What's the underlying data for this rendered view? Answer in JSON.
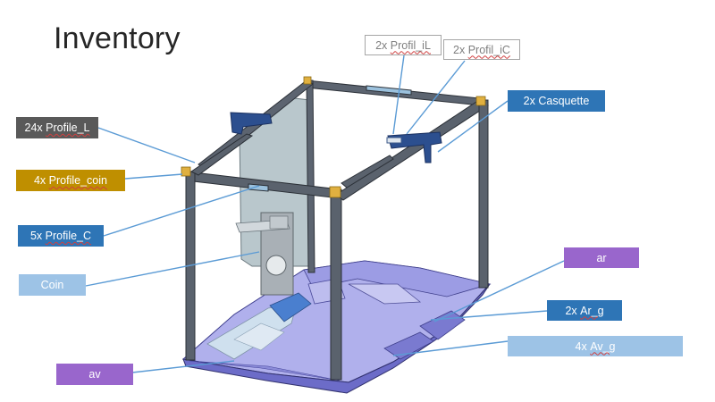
{
  "title": "Inventory",
  "labels": {
    "profile_l": {
      "count": "24x",
      "name": "Profile_L"
    },
    "profile_coin": {
      "count": "4x",
      "name": "Profile_coin"
    },
    "profile_c": {
      "count": "5x",
      "name": "Profile_C"
    },
    "coin": {
      "name": "Coin"
    },
    "av": {
      "name": "av"
    },
    "profil_il": {
      "count": "2x",
      "name": "Profil_iL"
    },
    "profil_ic": {
      "count": "2x",
      "name": "Profil_iC"
    },
    "casquette": {
      "count": "2x",
      "name": "Casquette"
    },
    "ar": {
      "name": "ar"
    },
    "ar_g": {
      "count": "2x",
      "name": "Ar_g"
    },
    "av_g": {
      "count": "4x",
      "name": "Av_g"
    }
  },
  "colors": {
    "dark": "#595959",
    "gold": "#bf8f00",
    "blue": "#2e75b6",
    "light_blue": "#9dc3e6",
    "purple": "#9966cc",
    "leader_line": "#5b9bd5",
    "frame": "#505a64",
    "base": "#8f8fe0"
  }
}
